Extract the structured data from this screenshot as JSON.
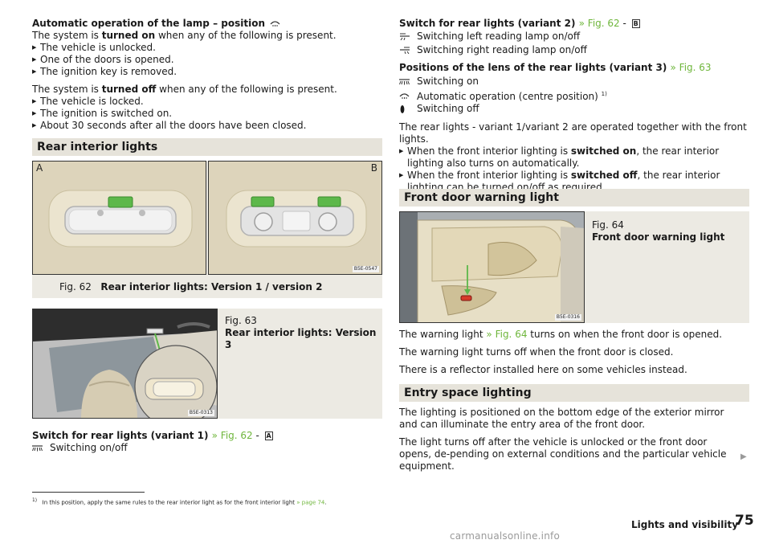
{
  "left": {
    "auto_heading": "Automatic operation of the lamp – position",
    "on_intro_pre": "The system is ",
    "on_intro_bold": "turned on",
    "on_intro_post": " when any of the following is present.",
    "on_items": [
      "The vehicle is unlocked.",
      "One of the doors is opened.",
      "The ignition key is removed."
    ],
    "off_intro_pre": "The system is ",
    "off_intro_bold": "turned off",
    "off_intro_post": " when any of the following is present.",
    "off_items": [
      "The vehicle is locked.",
      "The ignition is switched on.",
      "About 30 seconds after all the doors have been closed."
    ],
    "section_rear": "Rear interior lights",
    "fig62_label_a": "A",
    "fig62_label_b": "B",
    "fig62_code": "B5E-0547",
    "fig62_num": "Fig. 62",
    "fig62_title": "Rear interior lights: Version 1 / version 2",
    "fig63_num": "Fig. 63",
    "fig63_title": "Rear interior lights: Version 3",
    "fig63_code": "B5E-0313",
    "switch1_pre": "Switch for rear lights (variant 1) ",
    "switch1_link": "» Fig. 62",
    "switch1_sep": " - ",
    "switch1_box": "A",
    "switch1_item": "Switching on/off"
  },
  "right": {
    "switch2_pre": "Switch for rear lights (variant 2) ",
    "switch2_link": "» Fig. 62",
    "switch2_sep": " - ",
    "switch2_box": "B",
    "switch2_items": [
      "Switching left reading lamp on/off",
      "Switching right reading lamp on/off"
    ],
    "lens_pre": "Positions of the lens of the rear lights (variant 3) ",
    "lens_link": "» Fig. 63",
    "lens_items": [
      "Switching on",
      "Automatic operation (centre position)",
      "Switching off"
    ],
    "lens_footnote_mark": "1)",
    "rear_intro": "The rear lights - variant 1/variant 2 are operated together with the front lights.",
    "rear_b1_pre": "When the front interior lighting is ",
    "rear_b1_bold": "switched on",
    "rear_b1_post": ", the rear interior lighting also turns on automatically.",
    "rear_b2_pre": "When the front interior lighting is ",
    "rear_b2_bold": "switched off",
    "rear_b2_post": ", the rear interior lighting can be turned on/off as required.",
    "section_door": "Front door warning light",
    "fig64_num": "Fig. 64",
    "fig64_title": "Front door warning light",
    "fig64_code": "B5E-0316",
    "warn1_pre": "The warning light ",
    "warn1_link": "» Fig. 64",
    "warn1_post": " turns on when the front door is opened.",
    "warn2": "The warning light turns off when the front door is closed.",
    "warn3": "There is a reflector installed here on some vehicles instead.",
    "section_entry": "Entry space lighting",
    "entry1": "The lighting is positioned on the bottom edge of the exterior mirror and can illuminate the entry area of the front door.",
    "entry2": "The light turns off after the vehicle is unlocked or the front door opens, de-pending on external conditions and the particular vehicle equipment."
  },
  "footer": {
    "footnote_mark": "1)",
    "footnote_text": "In this position, apply the same rules to the rear interior light as for the front interior light ",
    "footnote_link": "» page 74",
    "footnote_end": ".",
    "chapter": "Lights and visibility",
    "page": "75",
    "watermark": "carmanualsonline.info"
  },
  "icons": {
    "lamp_auto": "door-lamp-icon",
    "lamp_on": "lamp-on-icon",
    "lamp_off": "lamp-off-icon",
    "reading_left": "reading-lamp-left-icon",
    "reading_right": "reading-lamp-right-icon",
    "continue": "continue-arrow-icon"
  },
  "colors": {
    "link": "#6fb63c",
    "section_bg": "#e6e3da",
    "figure_bg": "#eceae3",
    "warning_light": "#d63a2a",
    "switch_green": "#5db84a"
  }
}
